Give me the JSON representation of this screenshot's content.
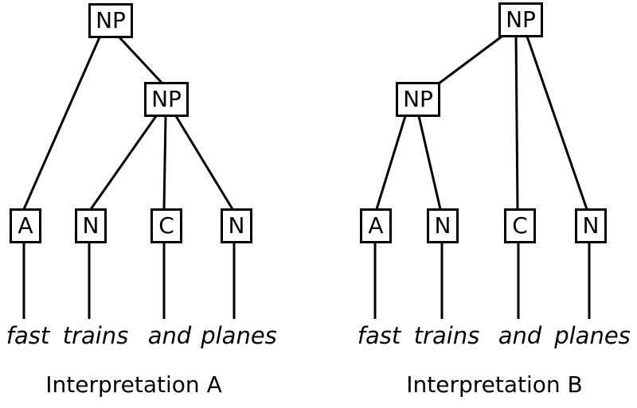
{
  "treeA": {
    "caption": "Interpretation A",
    "root_label": "NP",
    "inner_label": "NP",
    "leaves": [
      "A",
      "N",
      "C",
      "N"
    ],
    "words": [
      "fast",
      "trains",
      "and",
      "planes"
    ]
  },
  "treeB": {
    "caption": "Interpretation B",
    "root_label": "NP",
    "inner_label": "NP",
    "leaves": [
      "A",
      "N",
      "C",
      "N"
    ],
    "words": [
      "fast",
      "trains",
      "and",
      "planes"
    ]
  },
  "colors": {
    "line": "#000000",
    "background": "#ffffff"
  }
}
